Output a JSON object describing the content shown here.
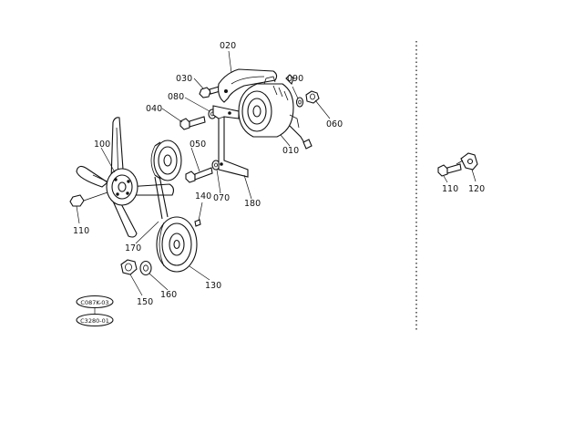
{
  "parts": {
    "p010": "010",
    "p020": "020",
    "p030": "030",
    "p040": "040",
    "p050": "050",
    "p060": "060",
    "p070": "070",
    "p080": "080",
    "p090": "090",
    "p100": "100",
    "p110": "110",
    "p120": "120",
    "p130": "130",
    "p140": "140",
    "p150": "150",
    "p160": "160",
    "p170": "170",
    "p180": "180",
    "p110b": "110"
  },
  "refs": {
    "ref1": "C087K-03",
    "ref2": "C3280-01"
  }
}
